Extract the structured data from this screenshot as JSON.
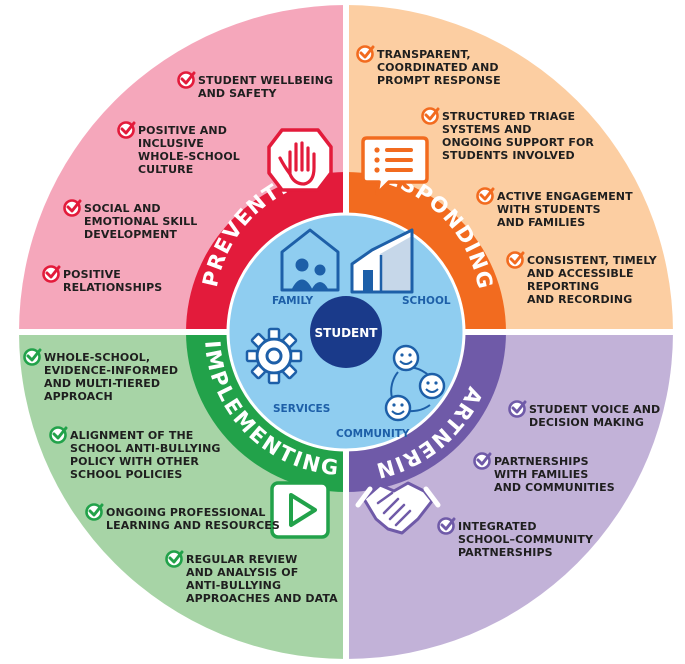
{
  "center": {
    "label": "STUDENT"
  },
  "hub": {
    "family": "FAMILY",
    "school": "SCHOOL",
    "services": "SERVICES",
    "community": "COMMUNITY"
  },
  "colors": {
    "preventing": "#e31b3b",
    "preventing_bg": "#f5a7bb",
    "responding": "#f26b1f",
    "responding_bg": "#fccea2",
    "partnering": "#6f5aa8",
    "partnering_bg": "#c2b2d8",
    "implementing": "#22a24a",
    "implementing_bg": "#a7d4a6",
    "hub": "#8fcdf0",
    "hub_dark": "#1d5fa8",
    "student": "#1a3a8a"
  },
  "quadrants": {
    "preventing": {
      "label": "PREVENTING",
      "icon": "hand-stop-icon",
      "items": [
        [
          "STUDENT WELLBEING",
          "AND SAFETY"
        ],
        [
          "POSITIVE AND",
          "INCLUSIVE",
          "WHOLE-SCHOOL",
          "CULTURE"
        ],
        [
          "SOCIAL AND",
          "EMOTIONAL SKILL",
          "DEVELOPMENT"
        ],
        [
          "POSITIVE",
          "RELATIONSHIPS"
        ]
      ]
    },
    "responding": {
      "label": "RESPONDING",
      "icon": "speech-list-icon",
      "items": [
        [
          "TRANSPARENT,",
          "COORDINATED AND",
          "PROMPT RESPONSE"
        ],
        [
          "STRUCTURED TRIAGE",
          "SYSTEMS AND",
          "ONGOING SUPPORT FOR",
          "STUDENTS INVOLVED"
        ],
        [
          "ACTIVE ENGAGEMENT",
          "WITH STUDENTS",
          "AND FAMILIES"
        ],
        [
          "CONSISTENT, TIMELY",
          "AND ACCESSIBLE",
          "REPORTING",
          "AND RECORDING"
        ]
      ]
    },
    "partnering": {
      "label": "PARTNERING",
      "icon": "handshake-icon",
      "items": [
        [
          "STUDENT VOICE AND",
          "DECISION MAKING"
        ],
        [
          "PARTNERSHIPS",
          "WITH FAMILIES",
          "AND COMMUNITIES"
        ],
        [
          "INTEGRATED",
          "SCHOOL–COMMUNITY",
          "PARTNERSHIPS"
        ]
      ]
    },
    "implementing": {
      "label": "IMPLEMENTING",
      "icon": "play-icon",
      "items": [
        [
          "WHOLE-SCHOOL,",
          "EVIDENCE-INFORMED",
          "AND MULTI-TIERED",
          "APPROACH"
        ],
        [
          "ALIGNMENT OF THE",
          "SCHOOL ANTI-BULLYING",
          "POLICY WITH OTHER",
          "SCHOOL POLICIES"
        ],
        [
          "ONGOING PROFESSIONAL",
          "LEARNING AND RESOURCES"
        ],
        [
          "REGULAR REVIEW",
          "AND ANALYSIS OF",
          "ANTI-BULLYING",
          "APPROACHES AND DATA"
        ]
      ]
    }
  }
}
